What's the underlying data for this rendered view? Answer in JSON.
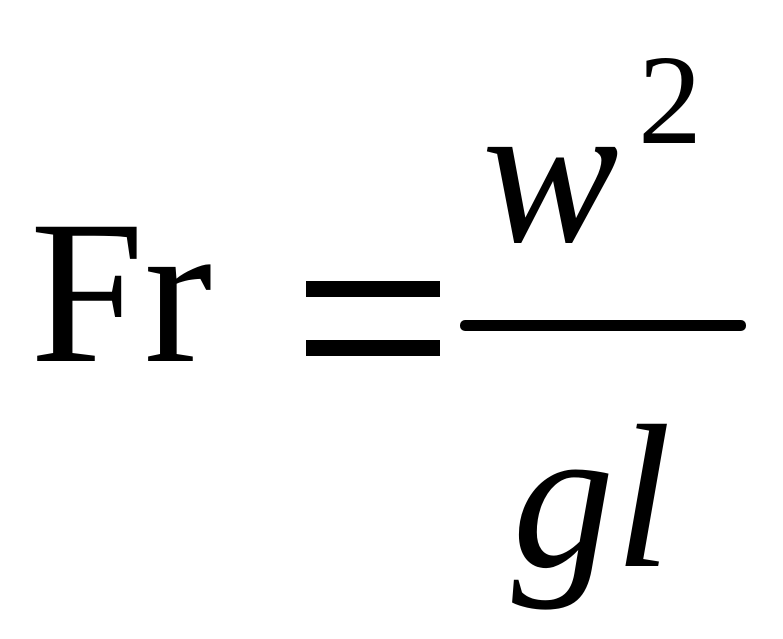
{
  "formula": {
    "lhs": "Fr",
    "numerator_base": "w",
    "numerator_exponent": "2",
    "denominator": "gl"
  }
}
